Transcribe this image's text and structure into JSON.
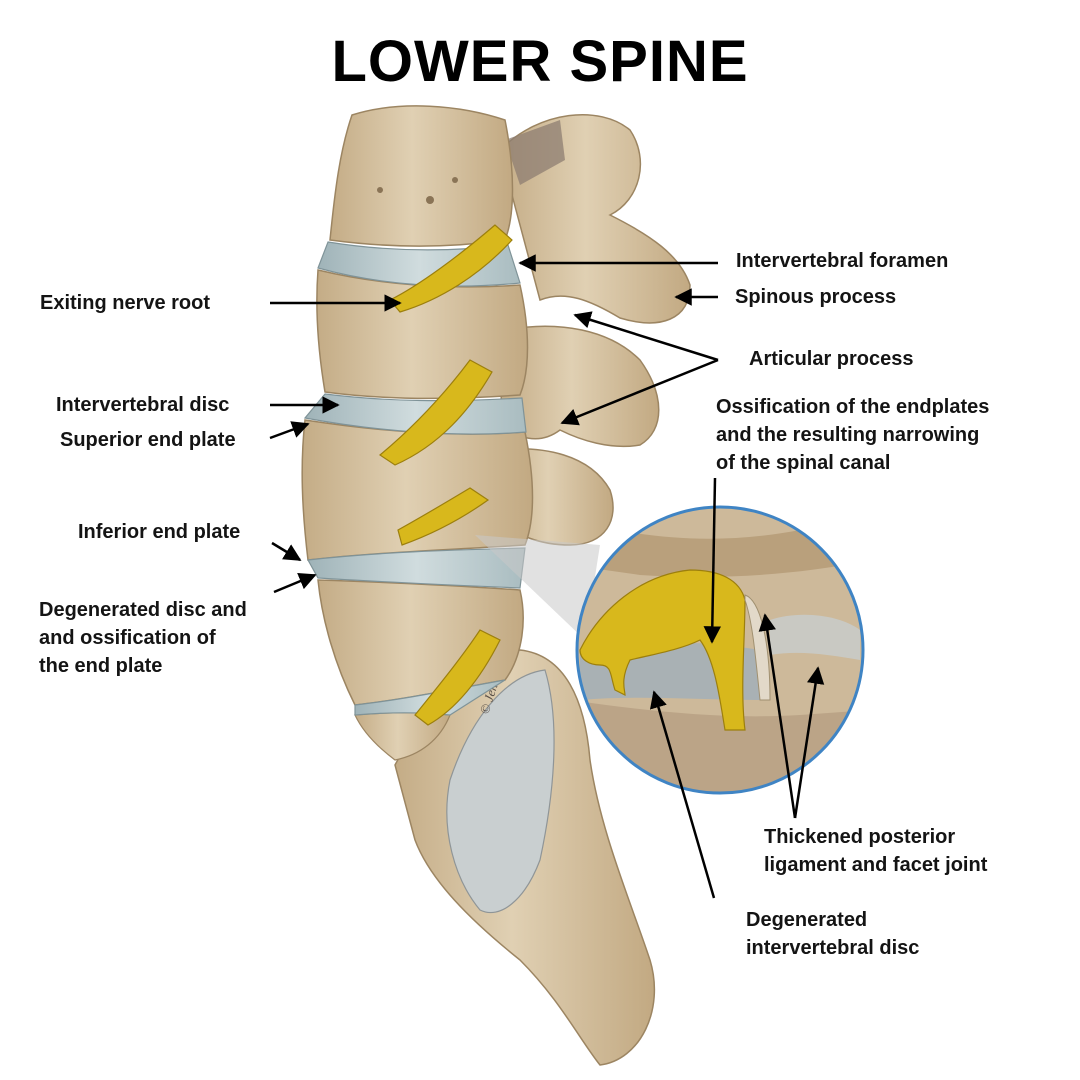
{
  "title": "LOWER SPINE",
  "signature": "© Jenny",
  "labels": {
    "intervertebral_foramen": "Intervertebral foramen",
    "spinous_process": "Spinous process",
    "exiting_nerve_root": "Exiting nerve root",
    "articular_process": "Articular process",
    "intervertebral_disc": "Intervertebral disc",
    "superior_end_plate": "Superior end plate",
    "ossification": [
      "Ossification of the endplates",
      "and the resulting narrowing",
      "of the spinal canal"
    ],
    "inferior_end_plate": "Inferior end plate",
    "degenerated_disc_endplate": [
      "Degenerated disc and",
      "and ossification of",
      "the end plate"
    ],
    "thickened_ligament": [
      "Thickened posterior",
      "ligament and facet joint"
    ],
    "degenerated_intervertebral_disc": [
      "Degenerated",
      "intervertebral disc"
    ]
  },
  "colors": {
    "bone": "#d9c7a9",
    "bone_shadow": "#a8906e",
    "disc": "#c3d1d4",
    "nerve": "#d8b81c",
    "magnifier_ring": "#3f84c4",
    "pointer": "#000000"
  }
}
